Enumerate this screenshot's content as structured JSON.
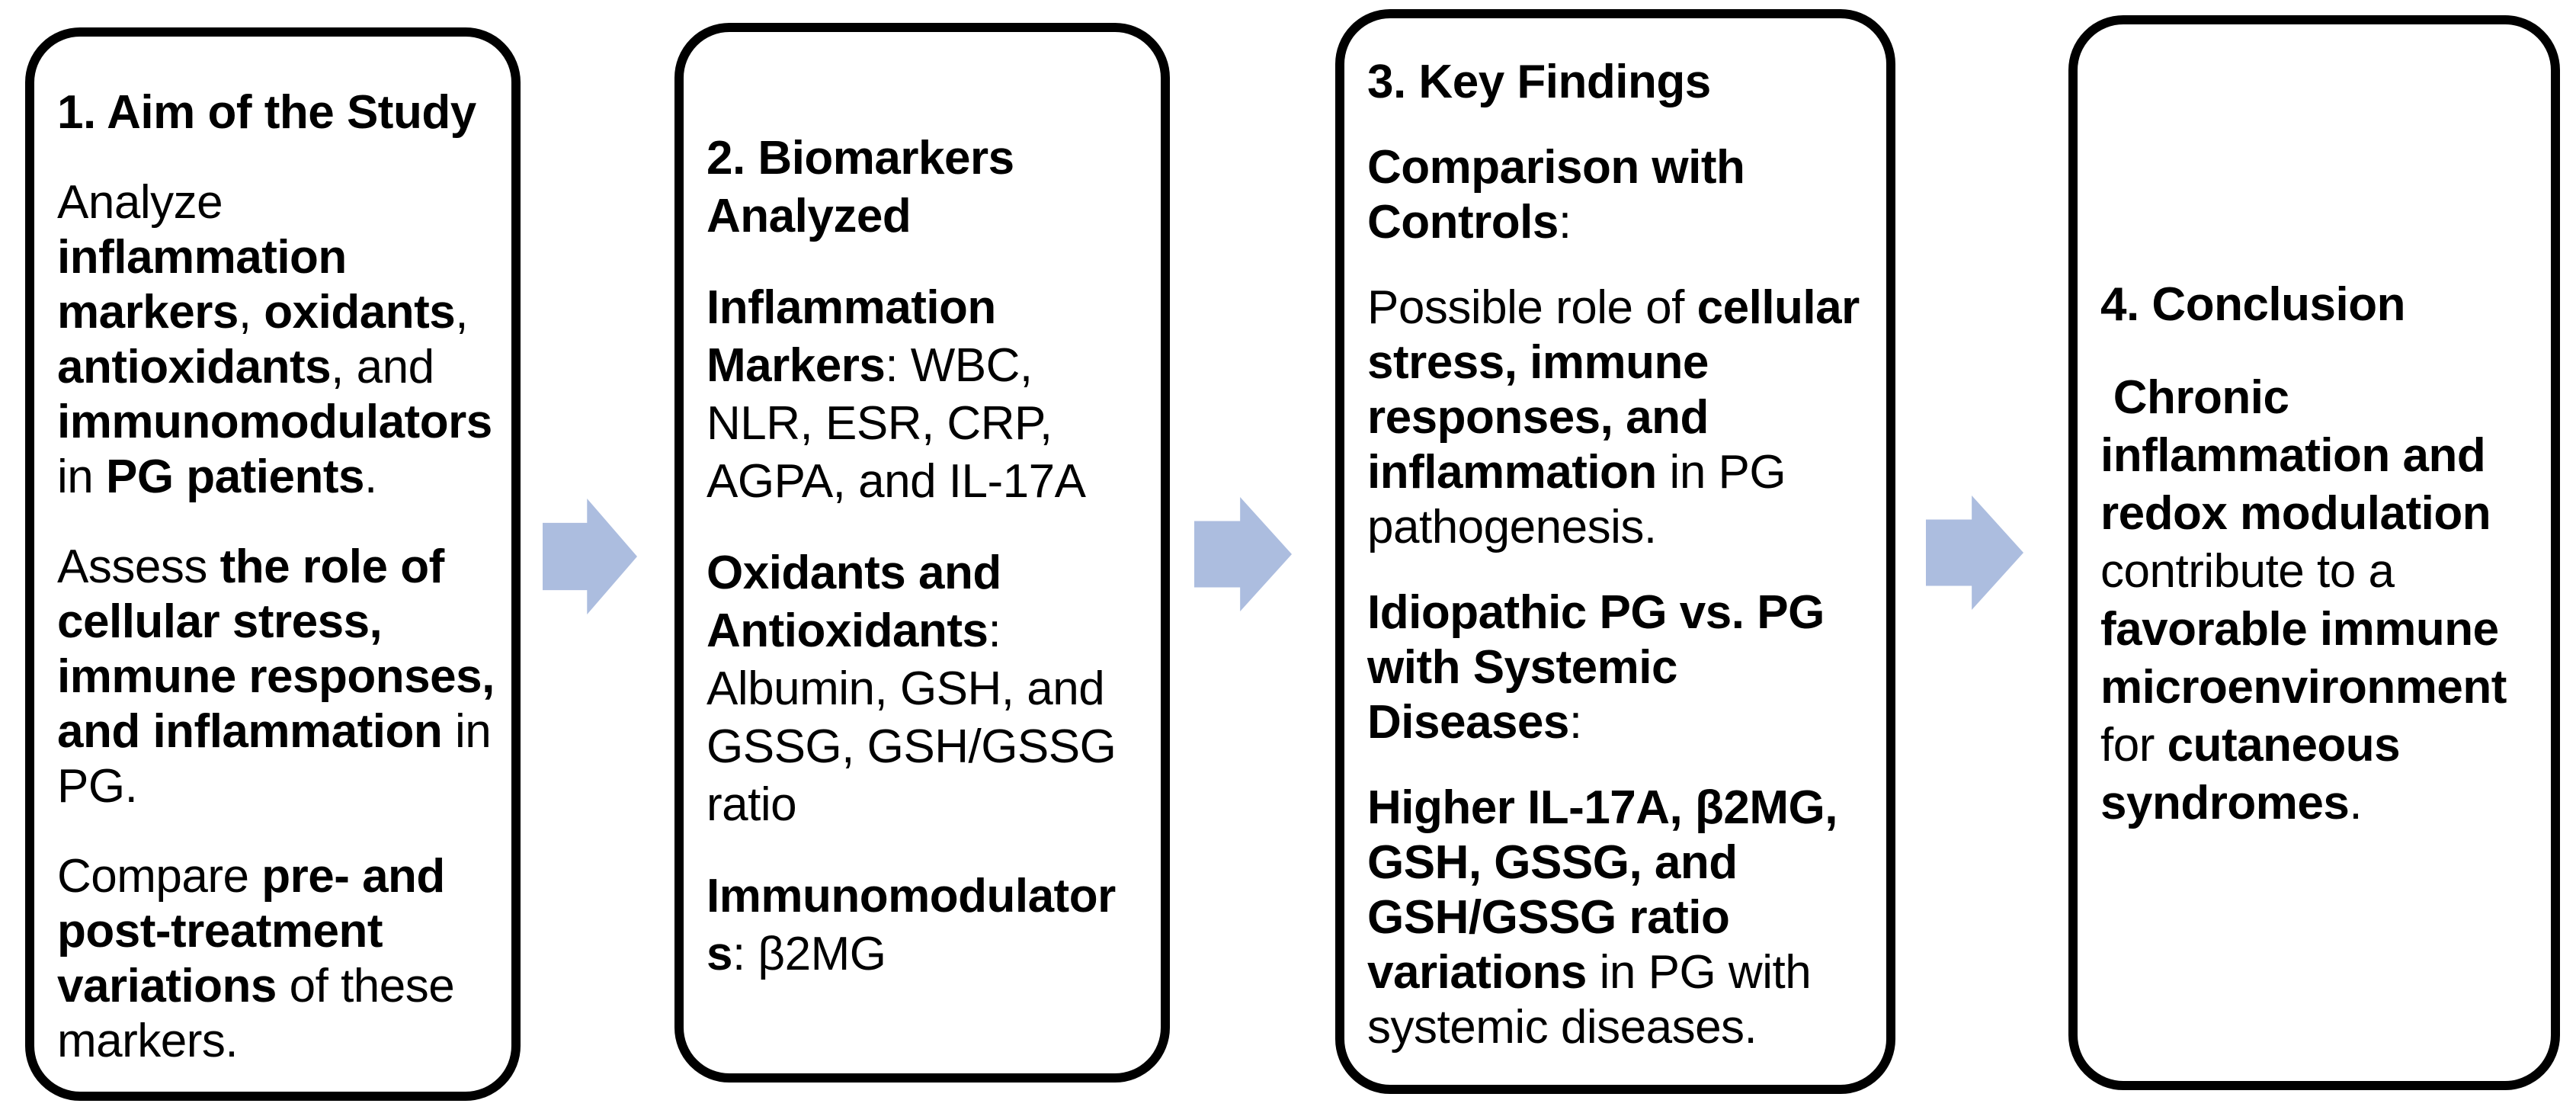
{
  "figure": {
    "background": "#ffffff",
    "border_color": "#000000",
    "arrow_color": "#acbddf",
    "text_color": "#000000"
  },
  "boxes": [
    {
      "title": "1. Aim of the Study",
      "paragraphs": [
        [
          {
            "t": "Analyze ",
            "b": false
          },
          {
            "t": "inflammation markers",
            "b": true
          },
          {
            "t": ", ",
            "b": false
          },
          {
            "t": "oxidants",
            "b": true
          },
          {
            "t": ", ",
            "b": false
          },
          {
            "t": "antioxidants",
            "b": true
          },
          {
            "t": ", and ",
            "b": false
          },
          {
            "t": "immunomodulators",
            "b": true
          },
          {
            "t": " in ",
            "b": false
          },
          {
            "t": "PG patients",
            "b": true
          },
          {
            "t": ".",
            "b": false
          }
        ],
        [
          {
            "t": "Assess ",
            "b": false
          },
          {
            "t": "the role of cellular stress, immune responses, and inflammation",
            "b": true
          },
          {
            "t": " in PG.",
            "b": false
          }
        ],
        [
          {
            "t": "Compare ",
            "b": false
          },
          {
            "t": "pre- and post-treatment variations",
            "b": true
          },
          {
            "t": " of these markers.",
            "b": false
          }
        ]
      ]
    },
    {
      "title": "2. Biomarkers Analyzed",
      "paragraphs": [
        [
          {
            "t": "Inflammation Markers",
            "b": true
          },
          {
            "t": ": WBC, NLR, ESR, CRP, AGPA, and IL-17A",
            "b": false
          }
        ],
        [
          {
            "t": "Oxidants and Antioxidants",
            "b": true
          },
          {
            "t": ": Albumin, GSH, and GSSG, GSH/GSSG ratio",
            "b": false
          }
        ],
        [
          {
            "t": "Immunomodulator",
            "b": true,
            "br": true
          },
          {
            "t": "s",
            "b": true
          },
          {
            "t": ": β2MG",
            "b": false
          }
        ]
      ]
    },
    {
      "title": "3. Key Findings",
      "paragraphs": [
        [
          {
            "t": "Comparison with Controls",
            "b": true
          },
          {
            "t": ":",
            "b": false
          }
        ],
        [
          {
            "t": "Possible role of ",
            "b": false
          },
          {
            "t": "cellular stress, immune responses, and inflammation",
            "b": true
          },
          {
            "t": " in PG pathogenesis.",
            "b": false
          }
        ],
        [
          {
            "t": "Idiopathic PG vs. PG with Systemic Diseases",
            "b": true
          },
          {
            "t": ":",
            "b": false
          }
        ],
        [
          {
            "t": "Higher IL-17A, β2MG, GSH, GSSG, and GSH/GSSG ratio variations",
            "b": true
          },
          {
            "t": " in PG with systemic diseases.",
            "b": false
          }
        ]
      ]
    },
    {
      "title": "4. Conclusion",
      "paragraphs": [
        [
          {
            "t": " ",
            "b": false
          },
          {
            "t": "Chronic inflammation and redox modulation",
            "b": true
          },
          {
            "t": " contribute to a ",
            "b": false
          },
          {
            "t": "favorable immune microenvironment",
            "b": true
          },
          {
            "t": " for ",
            "b": false
          },
          {
            "t": "cutaneous syndromes",
            "b": true
          },
          {
            "t": ".",
            "b": false
          }
        ]
      ]
    }
  ],
  "arrows": [
    {
      "name": "flow-arrow-1"
    },
    {
      "name": "flow-arrow-2"
    },
    {
      "name": "flow-arrow-3"
    }
  ]
}
